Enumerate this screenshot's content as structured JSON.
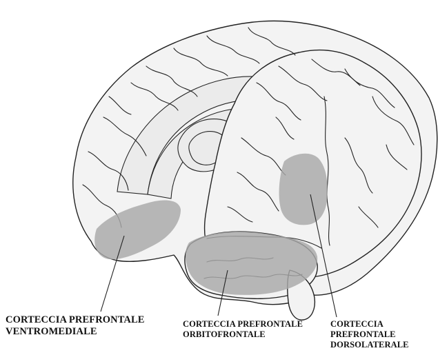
{
  "figure": {
    "labels": {
      "ventromedial": [
        "CORTECCIA PREFRONTALE",
        "VENTROMEDIALE"
      ],
      "orbitofrontal": [
        "CORTECCIA PREFRONTALE",
        "ORBITOFRONTALE"
      ],
      "dorsolateral": [
        "CORTECCIA",
        "PREFRONTALE",
        "DORSOLATERALE"
      ]
    },
    "colors": {
      "background": "#ffffff",
      "brain_fill": "#f3f3f3",
      "highlight": "#a8a8a8",
      "outline": "#222222"
    }
  }
}
